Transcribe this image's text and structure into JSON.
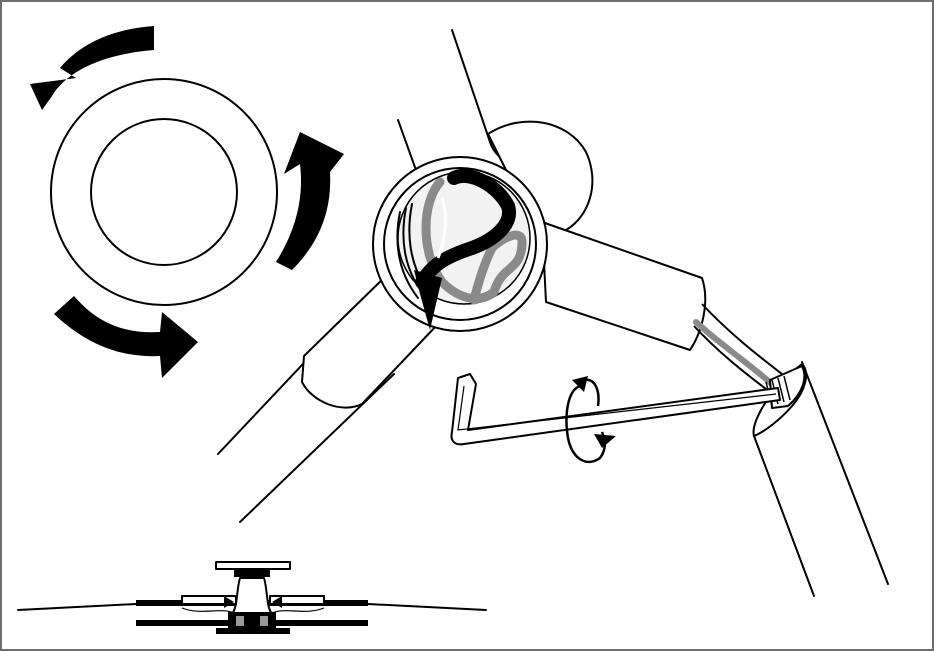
{
  "figure": {
    "panels": [
      "rotation-ring-illustration",
      "arm-joint-wiring-illustration",
      "hinge-cross-section"
    ],
    "icons": [
      "rotate-arrow-icon",
      "hex-key-icon",
      "twist-arrow-icon"
    ],
    "colors": {
      "ink": "#000000",
      "paper": "#ffffff",
      "wire_gray": "#8a8a8a",
      "frame": "#6e6e6e"
    }
  }
}
